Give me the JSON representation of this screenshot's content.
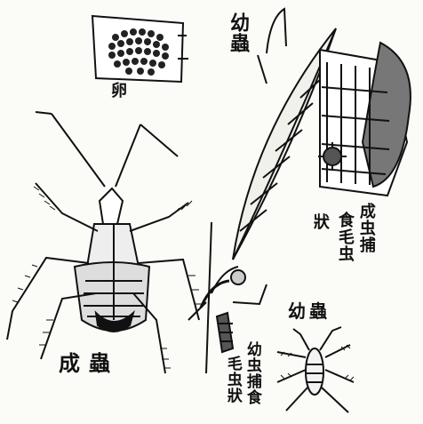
{
  "labels": {
    "egg": "卵",
    "larva_top": "幼蟲",
    "adult": "成蟲",
    "larva_small": "幼蟲",
    "adult_caption_col1": "成虫捕",
    "adult_caption_col2": "食毛虫",
    "adult_caption_col3": "狀",
    "larva_caption_col1": "幼虫捕食",
    "larva_caption_col2": "毛虫狀"
  },
  "colors": {
    "ink": "#111111",
    "paper": "#fbfbf8"
  }
}
